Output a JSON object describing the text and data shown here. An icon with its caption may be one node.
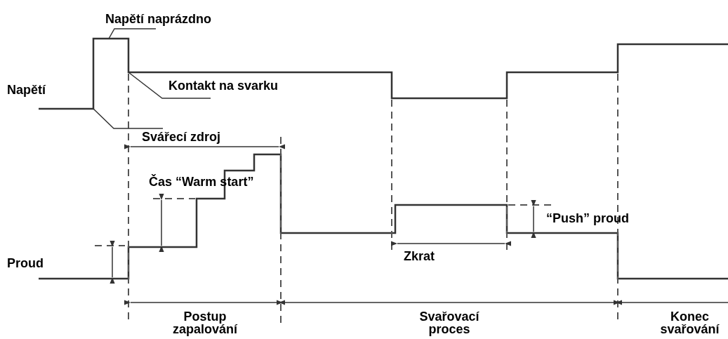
{
  "diagram": {
    "nodes": [
      {
        "text": [
          "Napětí naprázdno"
        ]
      },
      {
        "text": [
          "Kontakt na svarku"
        ]
      },
      {
        "text": [
          "Svářecí zdroj"
        ]
      }
    ],
    "edges": [
      {
        "from": 0,
        "to": null,
        "arrow": "none"
      },
      {
        "from": 1,
        "to": null,
        "arrow": "none"
      },
      {
        "from": 2,
        "to": null,
        "arrow": "none"
      }
    ],
    "labels": [
      "Napětí",
      "Čas “Warm start”",
      "Proud",
      "“Push” proud",
      "Zkrat",
      "Postup zapalování",
      "Svařovací proces",
      "Konec svařování"
    ]
  }
}
